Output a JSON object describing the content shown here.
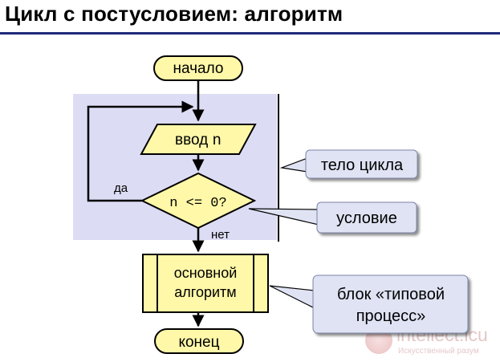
{
  "header": {
    "title": "Цикл с постусловием: алгоритм"
  },
  "flowchart": {
    "start": "начало",
    "input_prefix": "ввод ",
    "input_var": "n",
    "condition": "n <= 0?",
    "yes_label": "да",
    "no_label": "нет",
    "process_line1": "основной",
    "process_line2": "алгоритм",
    "end": "конец"
  },
  "callouts": {
    "loop_body": "тело цикла",
    "condition": "условие",
    "process_line1": "блок «типовой",
    "process_line2": "процесс»"
  },
  "watermark": {
    "brand": "intellect.icu",
    "tagline": "Искусственный разум"
  },
  "colors": {
    "title_rule": "#1f2a7a",
    "loop_region": "#dcdcf4",
    "block_fill": "#fff8a8",
    "callout_fill": "#dfe3f3",
    "line": "#000000"
  }
}
